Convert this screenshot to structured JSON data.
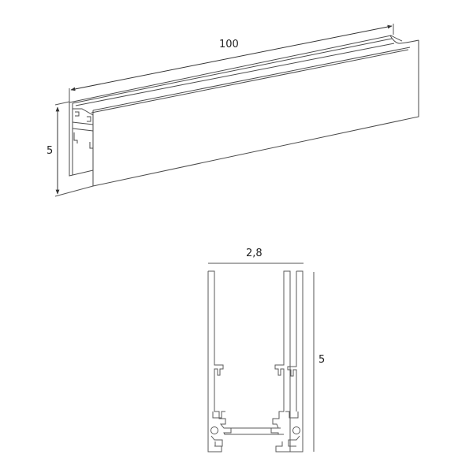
{
  "drawing": {
    "isometric_view": {
      "length_label": "100",
      "height_label": "5"
    },
    "cross_section": {
      "width_label": "2,8",
      "height_label": "5"
    }
  },
  "colors": {
    "line": "#4a4a4a",
    "dimension": "#333333",
    "background": "#ffffff"
  }
}
